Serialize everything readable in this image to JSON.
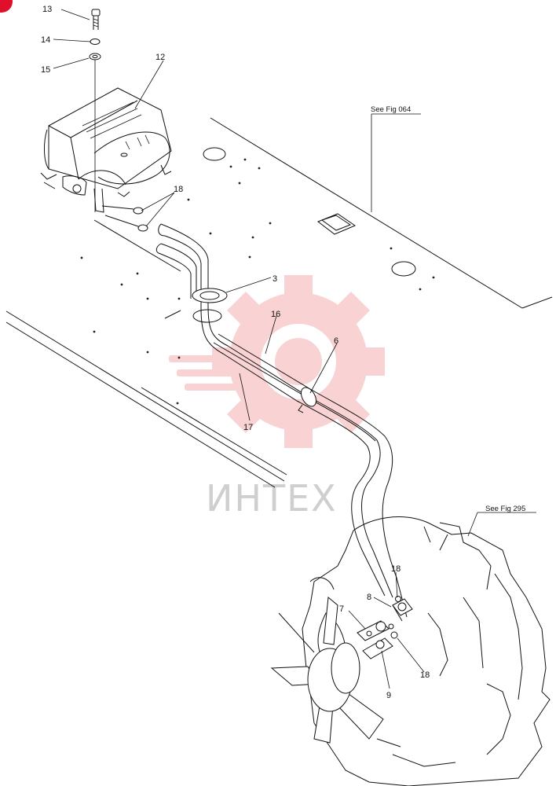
{
  "callouts": {
    "bolt": "13",
    "lock_washer": "14",
    "flat_washer": "15",
    "heater_unit": "12",
    "clamp_upper": "18",
    "grommet": "3",
    "hose_upper": "16",
    "clip": "6",
    "hose_lower": "17",
    "clamp_lower_a": "18",
    "fitting_8": "8",
    "fitting_7": "7",
    "fitting_9": "9",
    "clamp_lower_b": "18"
  },
  "references": {
    "frame": "See Fig 064",
    "engine": "See Fig 295"
  },
  "watermark": {
    "text": "ИНТЕХ",
    "color": "#f2a0a0"
  },
  "corner_badge_color": "#e0102a"
}
